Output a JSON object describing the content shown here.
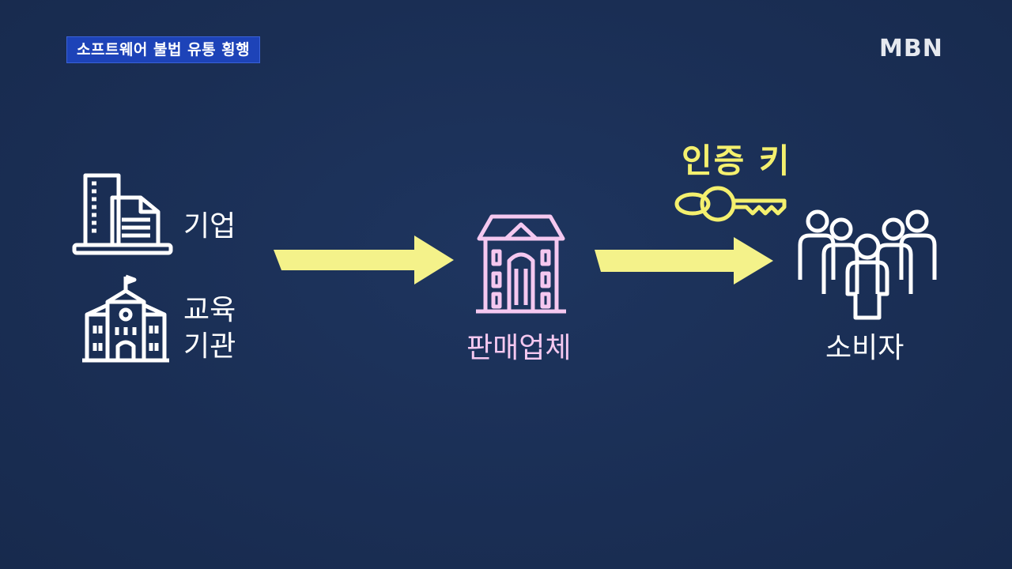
{
  "caption": {
    "text": "소프트웨어 불법 유통 횡행"
  },
  "logo": {
    "text": "MBN"
  },
  "nodes": {
    "company": {
      "label": "기업",
      "icon": "office-building-icon"
    },
    "education": {
      "label_line1": "교육",
      "label_line2": "기관",
      "icon": "school-icon"
    },
    "vendor": {
      "label": "판매업체",
      "icon": "store-building-icon",
      "color": "#f5c8f0"
    },
    "consumers": {
      "label": "소비자",
      "icon": "people-group-icon"
    }
  },
  "edges": {
    "key_label": "인증 키",
    "key_icon": "key-icon",
    "arrow_color": "#f4f28a",
    "key_color": "#f4f06e"
  }
}
